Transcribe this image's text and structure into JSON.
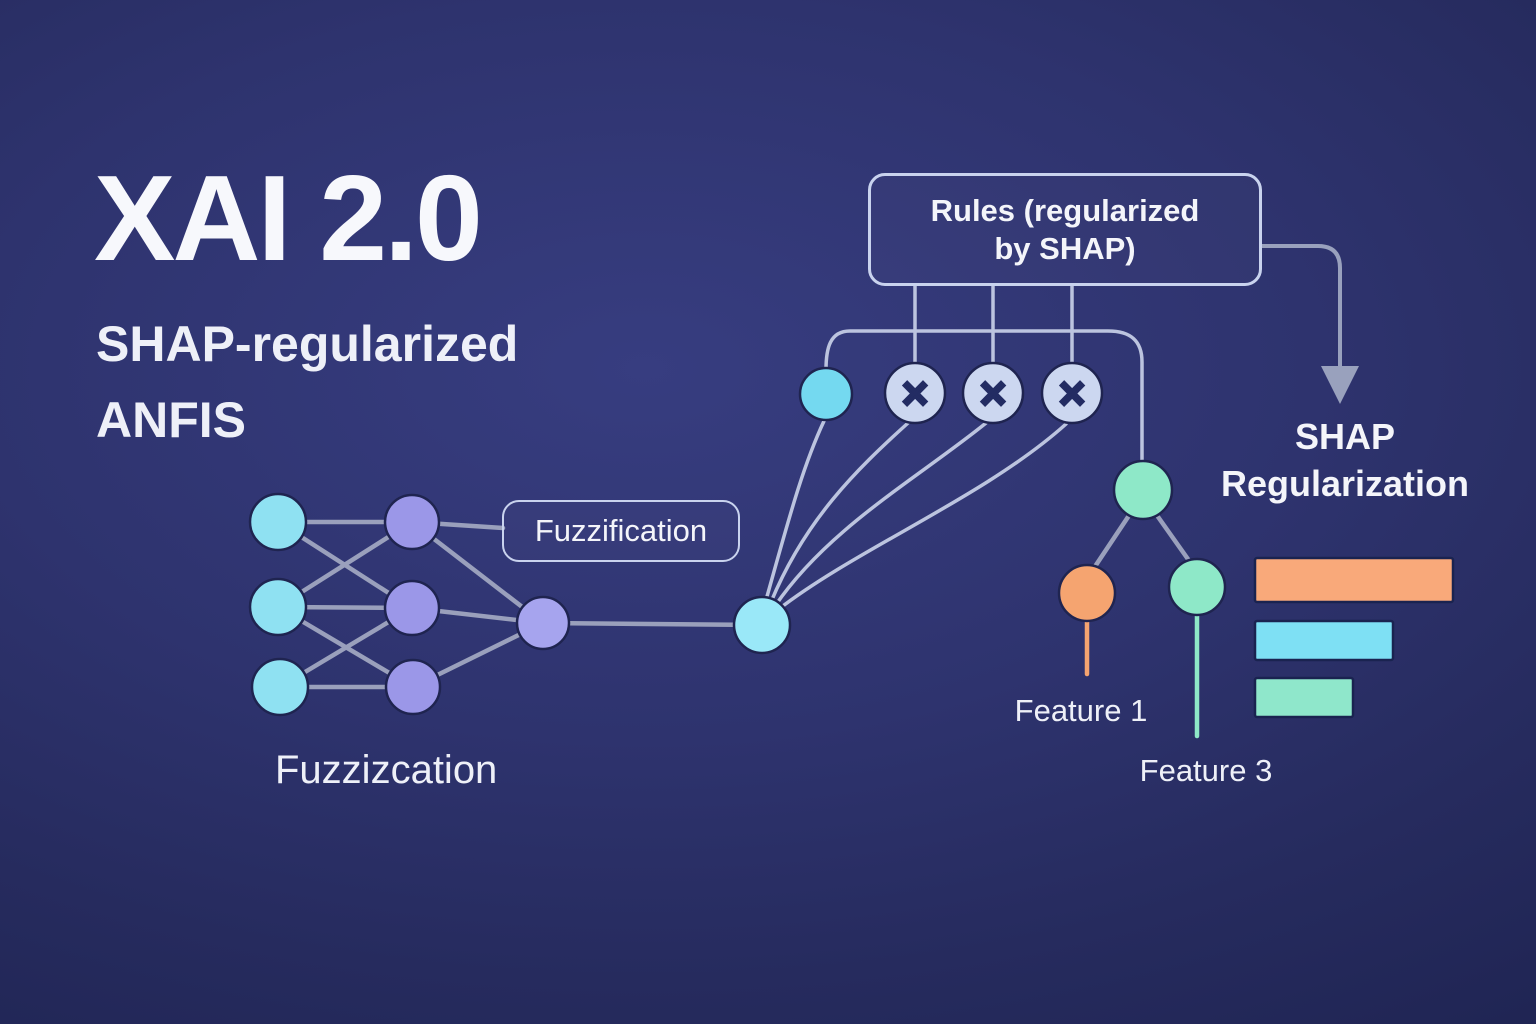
{
  "header": {
    "title": "XAI 2.0",
    "subtitle_line1": "SHAP-regularized",
    "subtitle_line2": "ANFIS"
  },
  "network": {
    "fuzzification_box_label": "Fuzzification",
    "fuzzification_caption": "Fuzzizcation"
  },
  "rules": {
    "line1": "Rules (regularized",
    "line2": "by SHAP)"
  },
  "shap": {
    "heading_line1": "SHAP",
    "heading_line2": "Regularization",
    "feature1_label": "Feature 1",
    "feature3_label": "Feature 3"
  },
  "icons": {
    "multiply": "×",
    "arrow_down": "arrowhead-triangle"
  },
  "colors": {
    "background_center": "#373d80",
    "background_edge": "#1b204c",
    "cyan_node": "#8fe1f2",
    "cyan_hub": "#9ae8f8",
    "cyan_small": "#74d9f0",
    "purple_node": "#9b97e8",
    "purple_agg": "#a6a4ee",
    "rule_circle_fill": "#ccd7f0",
    "multiply_glyph": "#232c63",
    "teal_node": "#8ee8c8",
    "orange_node": "#f5a470",
    "bar_orange": "#f9a97a",
    "bar_cyan": "#7ee0f4",
    "bar_teal": "#8fe7cb",
    "edge_line": "#9aa0bc",
    "connector_line": "#bcc4df",
    "box_border": "#c9d3ee",
    "arrow": "#99a1bd",
    "text": "#f2f3f8"
  },
  "chart_data": {
    "type": "bar",
    "orientation": "horizontal",
    "title": "SHAP Regularization",
    "values_relative": [
      1.0,
      0.7,
      0.5
    ],
    "bar_colors": [
      "#f9a97a",
      "#7ee0f4",
      "#8fe7cb"
    ],
    "axis_labels_visible": false
  }
}
